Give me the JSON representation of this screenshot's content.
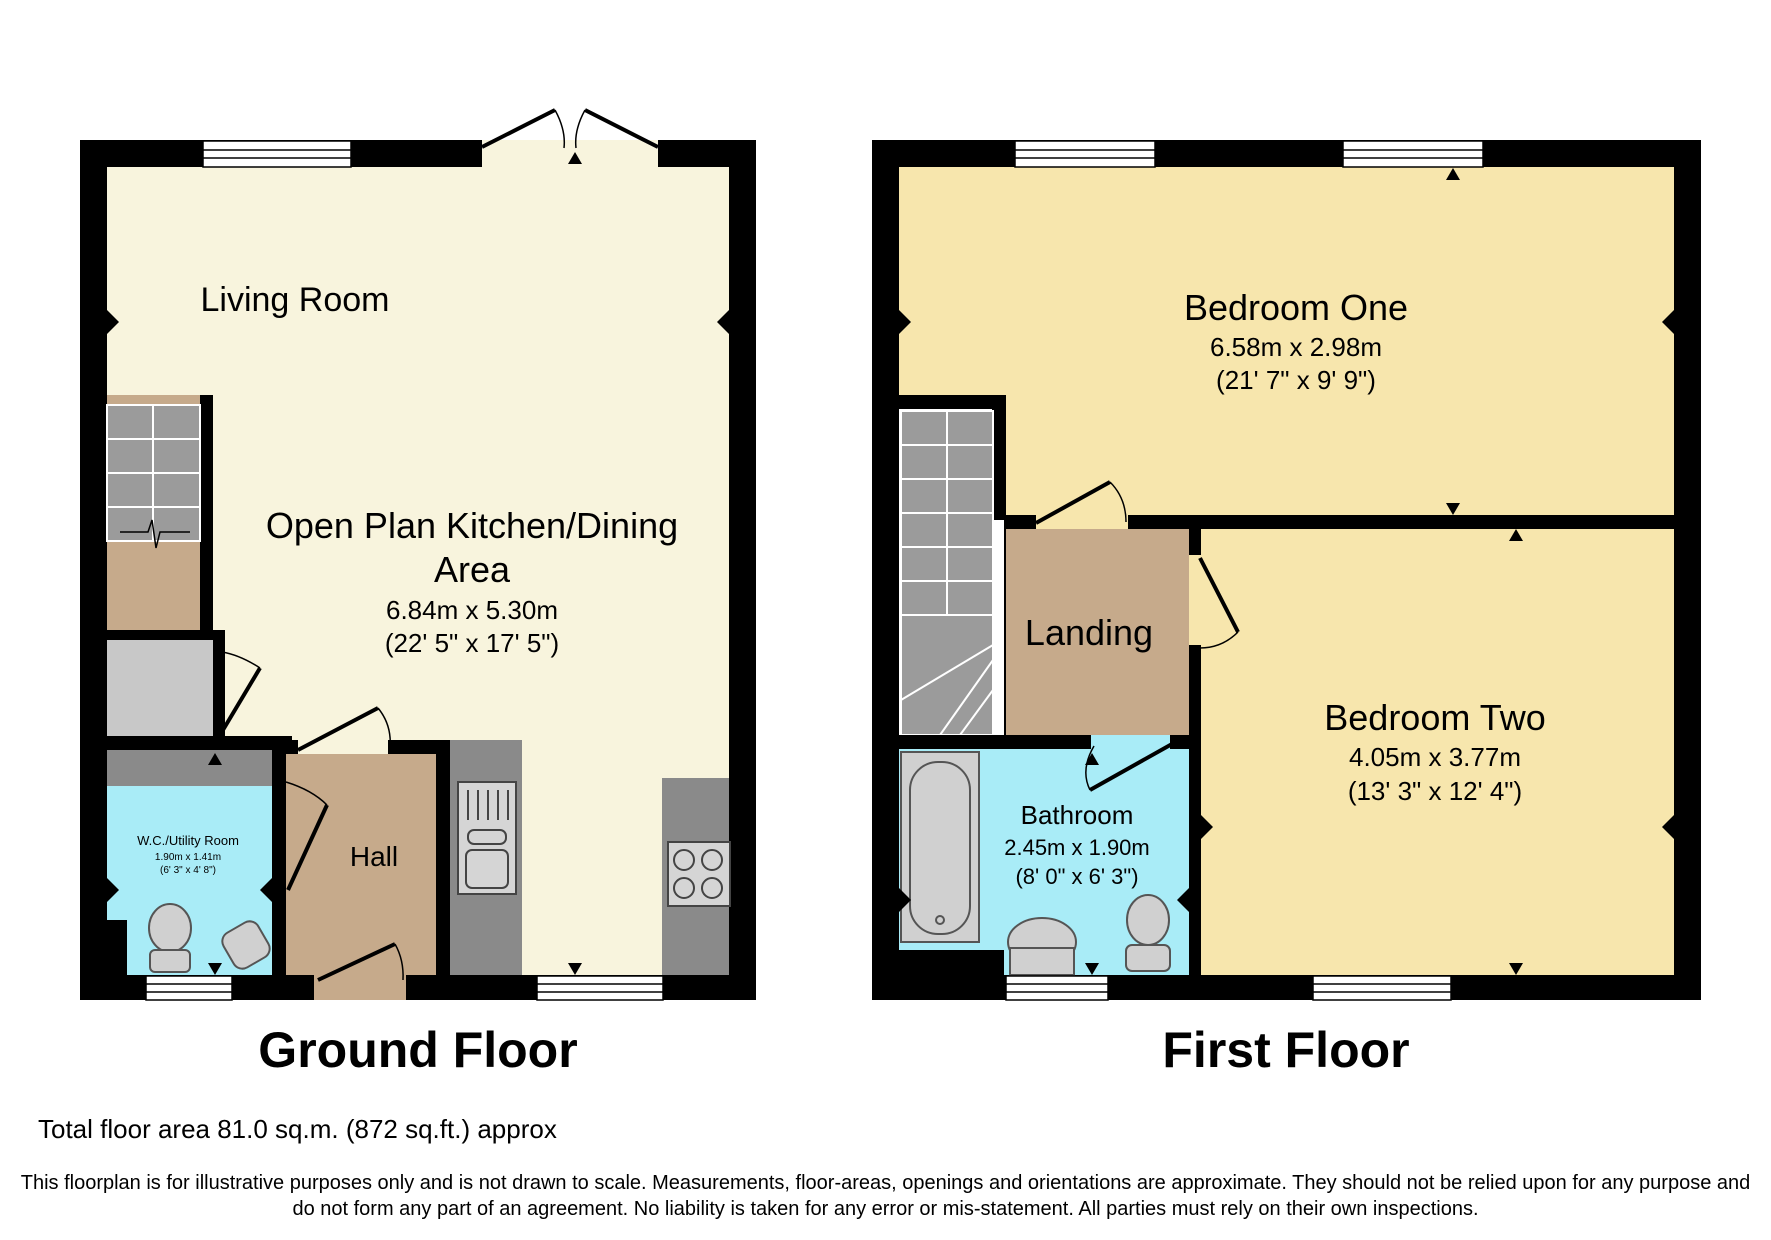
{
  "colors": {
    "wall": "#000000",
    "kitchen_floor": "#f8f4dd",
    "bedroom_floor": "#f7e6ad",
    "hall_floor": "#c6aa8b",
    "bathroom_floor": "#a9ecf7",
    "units": "#8a8a8a",
    "stairs": "#9b9b9b"
  },
  "ground_floor": {
    "title": "Ground Floor",
    "living_room": {
      "name": "Living Room"
    },
    "kitchen": {
      "name_line1": "Open Plan Kitchen/Dining",
      "name_line2": "Area",
      "metric": "6.84m x 5.30m",
      "imperial": "(22' 5\" x 17' 5\")"
    },
    "wc": {
      "name": "W.C./Utility Room",
      "metric": "1.90m x 1.41m",
      "imperial": "(6' 3\" x 4' 8\")"
    },
    "hall": {
      "name": "Hall"
    }
  },
  "first_floor": {
    "title": "First Floor",
    "bedroom_one": {
      "name": "Bedroom One",
      "metric": "6.58m x 2.98m",
      "imperial": "(21' 7\" x 9' 9\")"
    },
    "bedroom_two": {
      "name": "Bedroom Two",
      "metric": "4.05m x 3.77m",
      "imperial": "(13' 3\" x 12' 4\")"
    },
    "landing": {
      "name": "Landing"
    },
    "bathroom": {
      "name": "Bathroom",
      "metric": "2.45m x 1.90m",
      "imperial": "(8' 0\" x 6' 3\")"
    }
  },
  "footer": {
    "total_area": "Total floor area 81.0 sq.m. (872 sq.ft.) approx",
    "disclaimer": "This floorplan is for illustrative purposes only and is not drawn to scale. Measurements, floor-areas, openings and orientations are approximate. They should not be relied upon for any purpose and do not form any part of an agreement. No liability is taken for any error or mis-statement. All parties must rely on their own inspections."
  }
}
